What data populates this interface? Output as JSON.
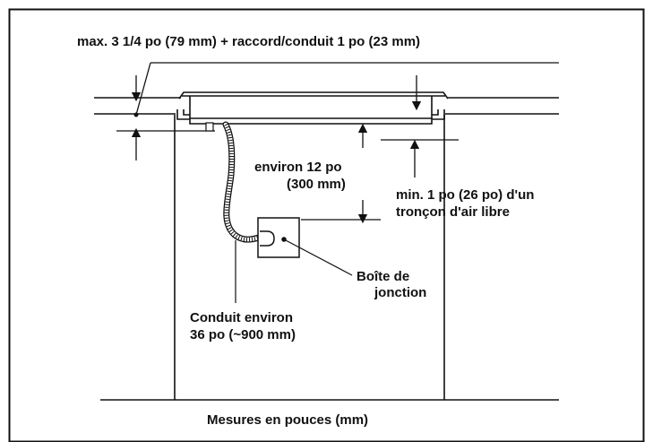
{
  "labels": {
    "max_height": "max. 3 1/4 po (79 mm) + raccord/conduit 1 po (23 mm)",
    "distance_line1": "environ 12 po",
    "distance_line2": "(300 mm)",
    "clearance_line1": "min. 1 po (26 po) d'un",
    "clearance_line2": "tronçon d'air libre",
    "junction_line1": "Boîte de",
    "junction_line2": "jonction",
    "conduit_line1": "Conduit environ",
    "conduit_line2": "36 po (~900 mm)",
    "footer": "Mesures en pouces (mm)"
  },
  "colors": {
    "line": "#111111",
    "background": "#ffffff"
  }
}
